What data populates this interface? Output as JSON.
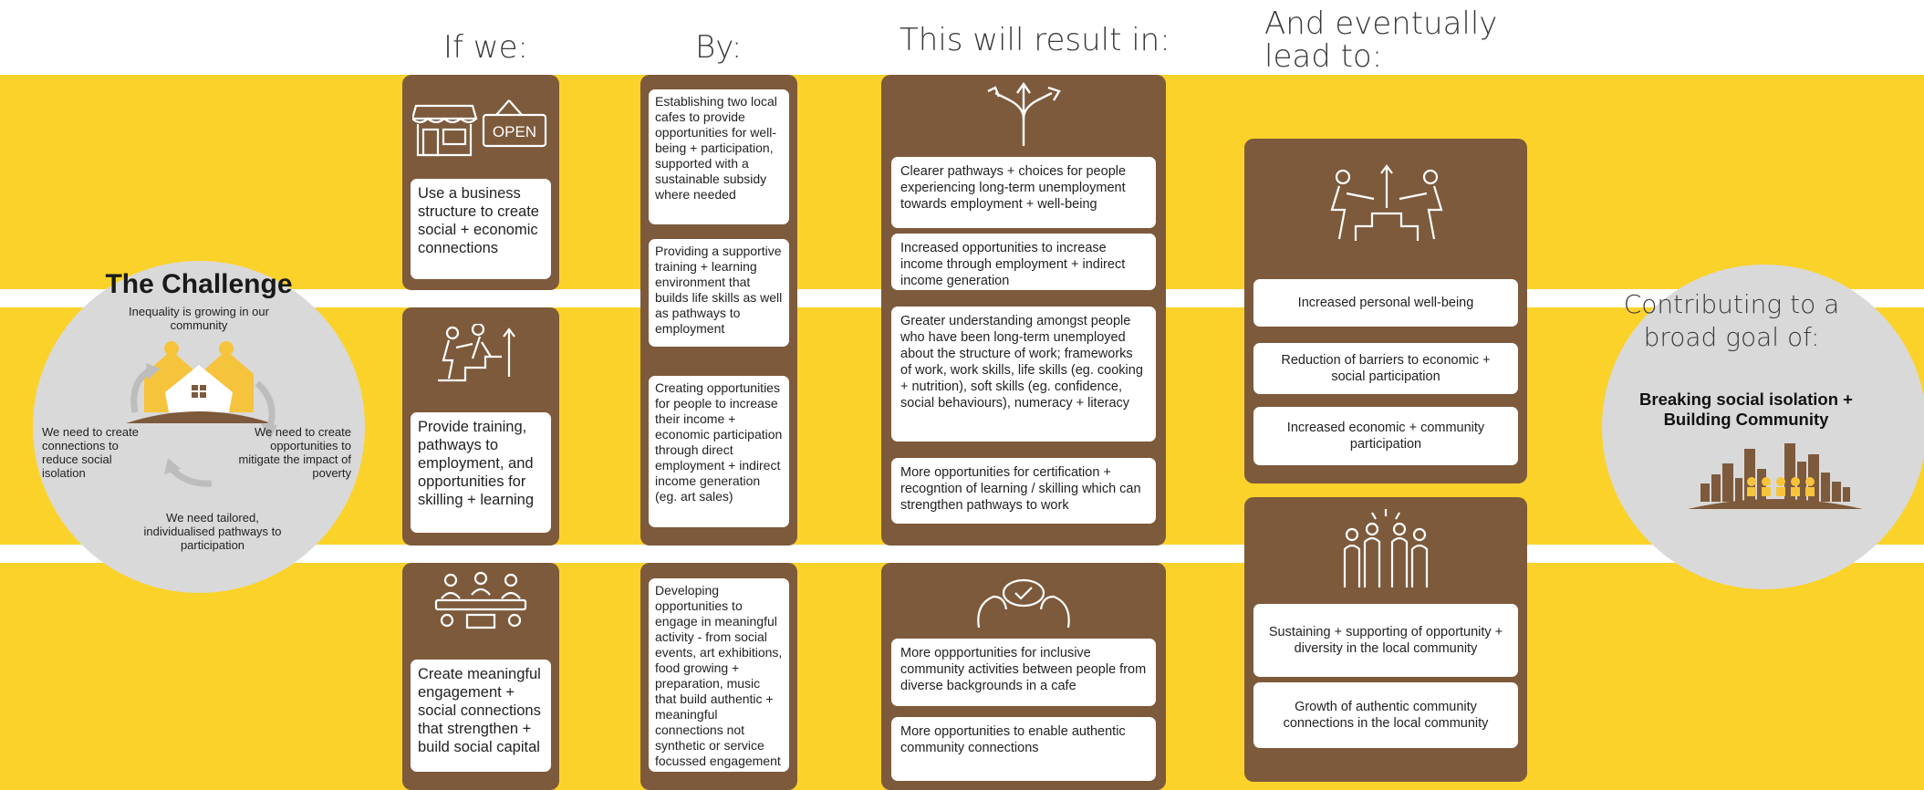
{
  "headers": {
    "if_we": "If we:",
    "by": "By:",
    "result": "This will result in:",
    "eventually": "And eventually\nlead to:"
  },
  "challenge": {
    "title": "The Challenge",
    "inequality": "Inequality is growing in our community",
    "connections": "We need to create connections to reduce social isolation",
    "poverty": "We need to create opportunities to mitigate the impact of poverty",
    "pathways": "We need tailored, individualised pathways to participation"
  },
  "if_we": {
    "items": [
      {
        "text": "Use a business structure to create social + economic connections",
        "icon_label": "OPEN"
      },
      {
        "text": "Provide training, pathways to employment, and opportunities for skilling + learning"
      },
      {
        "text": "Create meaningful engagement + social connections that strengthen + build social capital"
      }
    ]
  },
  "by": {
    "items": [
      "Establishing two local cafes to provide opportunities for well-being + participation, supported with a sustainable subsidy where needed",
      "Providing a supportive training + learning environment that builds life skills as well as pathways to employment",
      "Creating opportunities for people to increase their income + economic participation through direct employment + indirect income generation (eg. art sales)",
      "Developing opportunities to engage in meaningful activity - from social events, art exhibitions, food growing + preparation, music that build authentic + meaningful connections not synthetic or service focussed engagement"
    ]
  },
  "result": {
    "items": [
      "Clearer pathways + choices for people experiencing long-term unemployment towards employment + well-being",
      "Increased opportunities to increase income through employment + indirect income generation",
      "Greater understanding amongst people who have been long-term unemployed about the structure of work; frameworks of work, work skills, life skills (eg. cooking + nutrition), soft skills (eg. confidence, social behaviours), numeracy + literacy",
      "More opportunities for certification + recogntion of learning / skilling which can strengthen pathways to work",
      "More oppportunities for inclusive community activities between people from diverse backgrounds in a cafe",
      "More opportunities to enable authentic community connections"
    ]
  },
  "eventually": {
    "items": [
      "Increased personal well-being",
      "Reduction of barriers to economic + social participation",
      "Increased economic + community participation",
      "Sustaining + supporting of opportunity + diversity in the local community",
      "Growth of authentic community connections in the local community"
    ]
  },
  "goal": {
    "heading": "Contributing to a broad goal of:",
    "text": "Breaking social isolation + Building Community"
  },
  "colors": {
    "band": "#fbd22a",
    "brown": "#7d5a3c",
    "circle": "#d9d9d9"
  }
}
